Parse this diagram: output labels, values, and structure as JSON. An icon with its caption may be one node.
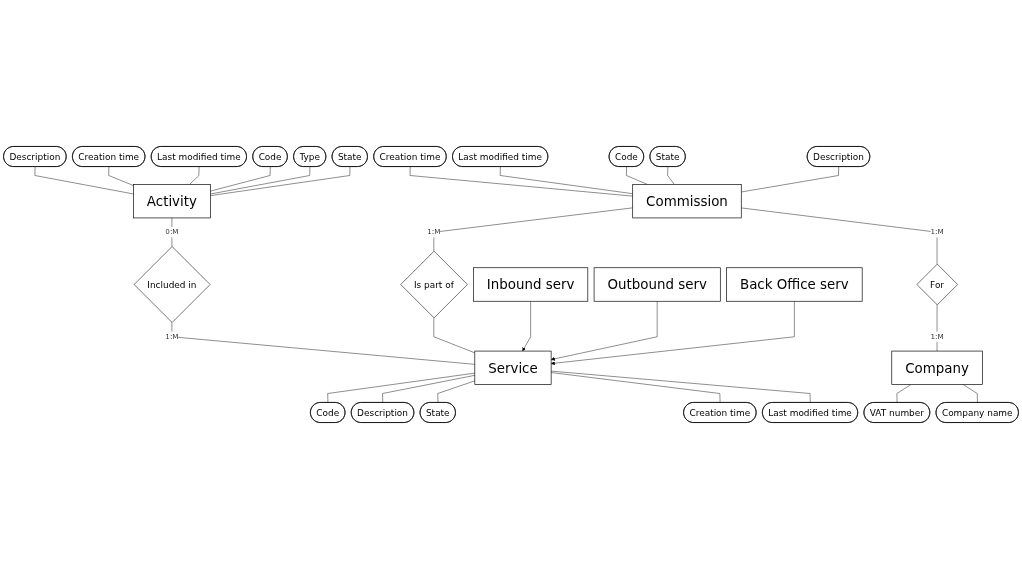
{
  "diagram": {
    "nodes": [
      {
        "text": [
          "Activity"
        ]
      },
      {
        "text": [
          "Description"
        ]
      },
      {
        "text": [
          "Creation time"
        ]
      },
      {
        "text": [
          "Last modified time"
        ]
      },
      {
        "text": [
          "Code"
        ]
      },
      {
        "text": [
          "Type"
        ]
      },
      {
        "text": [
          "State"
        ]
      },
      {
        "text": [
          "Commission"
        ]
      },
      {
        "text": [
          "Creation time"
        ]
      },
      {
        "text": [
          "Last modified time"
        ]
      },
      {
        "text": [
          "Code"
        ]
      },
      {
        "text": [
          "State"
        ]
      },
      {
        "text": [
          "Description"
        ]
      },
      {
        "text": [
          "Included in"
        ]
      },
      {
        "text": [
          "Is part of"
        ]
      },
      {
        "text": [
          "For"
        ]
      },
      {
        "text": [
          "Service"
        ]
      },
      {
        "text": [
          "Code"
        ]
      },
      {
        "text": [
          "Description"
        ]
      },
      {
        "text": [
          "State"
        ]
      },
      {
        "text": [
          "Creation time"
        ]
      },
      {
        "text": [
          "Last modified time"
        ]
      },
      {
        "text": [
          "Company"
        ]
      },
      {
        "text": [
          "VAT number"
        ]
      },
      {
        "text": [
          "Company name"
        ]
      },
      {
        "text": [
          "Inbound serv"
        ]
      },
      {
        "text": [
          "Outbound serv"
        ]
      },
      {
        "text": [
          "Back Office serv"
        ]
      }
    ],
    "edges": [
      {
        "from": 0,
        "to": 1,
        "arrow": "none"
      },
      {
        "from": 0,
        "to": 2,
        "arrow": "none"
      },
      {
        "from": 0,
        "to": 3,
        "arrow": "none"
      },
      {
        "from": 0,
        "to": 4,
        "arrow": "none"
      },
      {
        "from": 0,
        "to": 5,
        "arrow": "none"
      },
      {
        "from": 0,
        "to": 6,
        "arrow": "none"
      },
      {
        "from": 7,
        "to": 8,
        "arrow": "none"
      },
      {
        "from": 7,
        "to": 9,
        "arrow": "none"
      },
      {
        "from": 7,
        "to": 10,
        "arrow": "none"
      },
      {
        "from": 7,
        "to": 11,
        "arrow": "none"
      },
      {
        "from": 7,
        "to": 12,
        "arrow": "none"
      },
      {
        "from": 0,
        "to": 13,
        "arrow": "none",
        "label": "0:M"
      },
      {
        "from": 13,
        "to": 16,
        "arrow": "none",
        "label": "1:M"
      },
      {
        "from": 7,
        "to": 14,
        "arrow": "none",
        "label": "1:M"
      },
      {
        "from": 14,
        "to": 16,
        "arrow": "none"
      },
      {
        "from": 7,
        "to": 15,
        "arrow": "none",
        "label": "1:M"
      },
      {
        "from": 15,
        "to": 22,
        "arrow": "none",
        "label": "1:M"
      },
      {
        "from": 16,
        "to": 17,
        "arrow": "none"
      },
      {
        "from": 16,
        "to": 18,
        "arrow": "none"
      },
      {
        "from": 16,
        "to": 19,
        "arrow": "none"
      },
      {
        "from": 16,
        "to": 20,
        "arrow": "none"
      },
      {
        "from": 16,
        "to": 21,
        "arrow": "none"
      },
      {
        "from": 22,
        "to": 23,
        "arrow": "none"
      },
      {
        "from": 22,
        "to": 24,
        "arrow": "none"
      },
      {
        "from": 25,
        "to": 16,
        "arrow": "to"
      },
      {
        "from": 26,
        "to": 16,
        "arrow": "to"
      },
      {
        "from": 27,
        "to": 16,
        "arrow": "to"
      }
    ]
  }
}
